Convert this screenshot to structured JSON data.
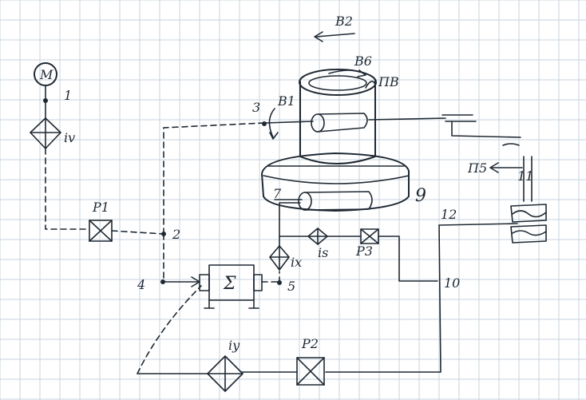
{
  "labels": {
    "motor": "M",
    "n1": "1",
    "n2": "2",
    "n3": "3",
    "n4": "4",
    "n5": "5",
    "n7": "7",
    "n9": "9",
    "n10": "10",
    "n11": "11",
    "n12": "12",
    "iv": "iv",
    "ix": "ix",
    "is": "is",
    "iy": "iy",
    "p1": "P1",
    "p2": "P2",
    "p3": "P3",
    "sigma": "Σ",
    "b1": "B1",
    "b2": "B2",
    "b6": "B6",
    "pb": "ПB",
    "p5": "П5"
  },
  "colors": {
    "ink": "#1f2933",
    "grid": "#c7d3dd",
    "paper": "#ffffff"
  }
}
